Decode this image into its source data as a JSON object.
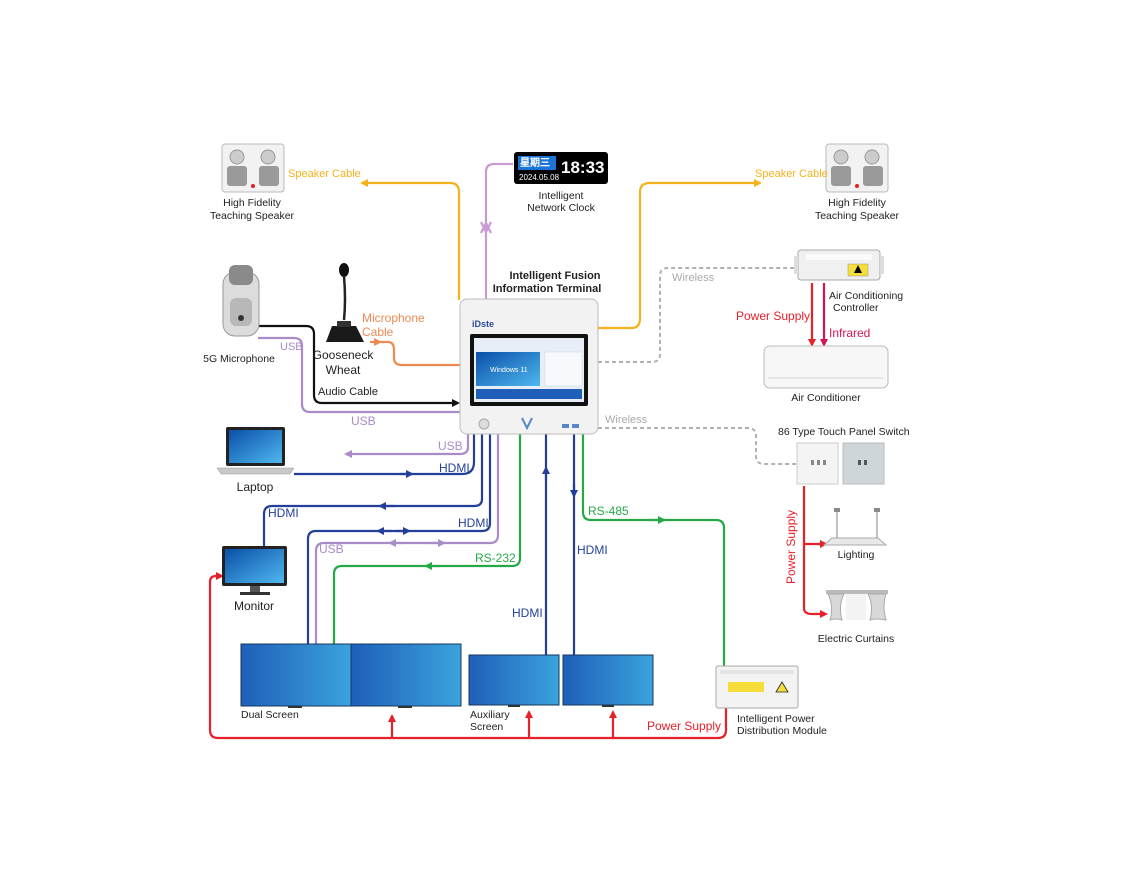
{
  "terminal": {
    "title_line1": "Intelligent Fusion",
    "title_line2": "Information Terminal",
    "brand": "iDste",
    "screen_text": "Windows 11"
  },
  "devices": {
    "speaker_left_line1": "High Fidelity",
    "speaker_left_line2": "Teaching Speaker",
    "speaker_right_line1": "High Fidelity",
    "speaker_right_line2": "Teaching Speaker",
    "clock_line1": "Intelligent",
    "clock_line2": "Network Clock",
    "clock_weekday": "星期三",
    "clock_date": "2024.05.08",
    "clock_time": "18:33",
    "microphone": "5G Microphone",
    "gooseneck_line1": "Gooseneck",
    "gooseneck_line2": "Wheat",
    "ac_controller_line1": "Air Conditioning",
    "ac_controller_line2": "Controller",
    "air_conditioner": "Air Conditioner",
    "touch_panel": "86 Type Touch Panel Switch",
    "lighting": "Lighting",
    "curtains": "Electric Curtains",
    "laptop": "Laptop",
    "monitor": "Monitor",
    "dual_screen": "Dual Screen",
    "aux_line1": "Auxiliary",
    "aux_line2": "Screen",
    "pdm_line1": "Intelligent Power",
    "pdm_line2": "Distribution Module"
  },
  "connections": {
    "speaker_cable_left": "Speaker Cable",
    "speaker_cable_right": "Speaker Cable",
    "wireless_top": "Wireless",
    "wireless_mid": "Wireless",
    "power_supply_ac": "Power Supply",
    "infrared": "Infrared",
    "usb_mic": "USB",
    "mic_cable_line1": "Microphone",
    "mic_cable_line2": "Cable",
    "audio_cable": "Audio Cable",
    "usb_terminal": "USB",
    "usb_laptop": "USB",
    "hdmi_laptop": "HDMI",
    "hdmi_monitor": "HDMI",
    "hdmi_dual": "HDMI",
    "usb_dual": "USB",
    "rs232": "RS-232",
    "rs485": "RS-485",
    "hdmi_aux_right": "HDMI",
    "hdmi_aux_left": "HDMI",
    "power_supply_vertical": "Power Supply",
    "power_supply_bottom": "Power Supply"
  },
  "colors": {
    "speaker": "#f5b21c",
    "usb": "#a98bc9",
    "hdmi": "#233f9a",
    "rs": "#27a846",
    "power": "#e8202a",
    "mic": "#ec8a52",
    "wireless": "#aaaaaa",
    "audio": "#111111",
    "infrared": "#d4145a"
  }
}
